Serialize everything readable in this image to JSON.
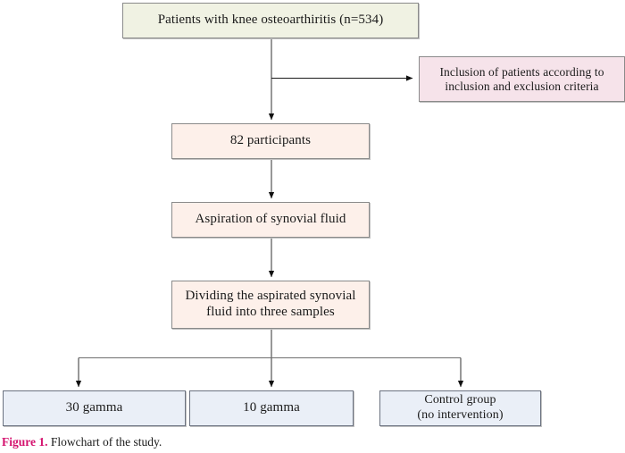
{
  "figure": {
    "caption_label": "Figure 1.",
    "caption_text": "Flowchart of the study.",
    "caption_label_color": "#d4126e"
  },
  "chart_data": {
    "type": "diagram",
    "diagram_kind": "flowchart",
    "title": "Flowchart of the study",
    "orientation": "top-to-bottom",
    "nodes": [
      {
        "id": "population",
        "label": "Patients with knee osteoarthiritis (n=534)",
        "fill": "#f0f2e3",
        "border": "#8a8a8a",
        "level": 0,
        "count": 534
      },
      {
        "id": "inclusion",
        "label": "Inclusion of patients according to\ninclusion and exclusion criteria",
        "fill": "#f6e3ea",
        "border": "#8a8a8a",
        "level": 1,
        "side": "right"
      },
      {
        "id": "participants",
        "label": "82 participants",
        "fill": "#fdf0ea",
        "border": "#8a8a8a",
        "level": 2,
        "count": 82
      },
      {
        "id": "aspiration",
        "label": "Aspiration of synovial fluid",
        "fill": "#fdf0ea",
        "border": "#8a8a8a",
        "level": 3
      },
      {
        "id": "dividing",
        "label": "Dividing the aspirated synovial\nfluid into three samples",
        "fill": "#fdf0ea",
        "border": "#8a8a8a",
        "level": 4
      },
      {
        "id": "group-30",
        "label": "30 gamma",
        "fill": "#eaeff7",
        "border": "#6b7280",
        "level": 5
      },
      {
        "id": "group-10",
        "label": "10 gamma",
        "fill": "#eaeff7",
        "border": "#6b7280",
        "level": 5
      },
      {
        "id": "group-control",
        "label": "Control group\n(no intervention)",
        "fill": "#eaeff7",
        "border": "#6b7280",
        "level": 5
      }
    ],
    "edges": [
      {
        "from": "population",
        "to": "participants",
        "style": "arrow-down"
      },
      {
        "from": "population",
        "to": "inclusion",
        "style": "arrow-right"
      },
      {
        "from": "participants",
        "to": "aspiration",
        "style": "arrow-down"
      },
      {
        "from": "aspiration",
        "to": "dividing",
        "style": "arrow-down"
      },
      {
        "from": "dividing",
        "to": "group-30",
        "style": "arrow-branch-down"
      },
      {
        "from": "dividing",
        "to": "group-10",
        "style": "arrow-branch-down"
      },
      {
        "from": "dividing",
        "to": "group-control",
        "style": "arrow-branch-down"
      }
    ]
  }
}
